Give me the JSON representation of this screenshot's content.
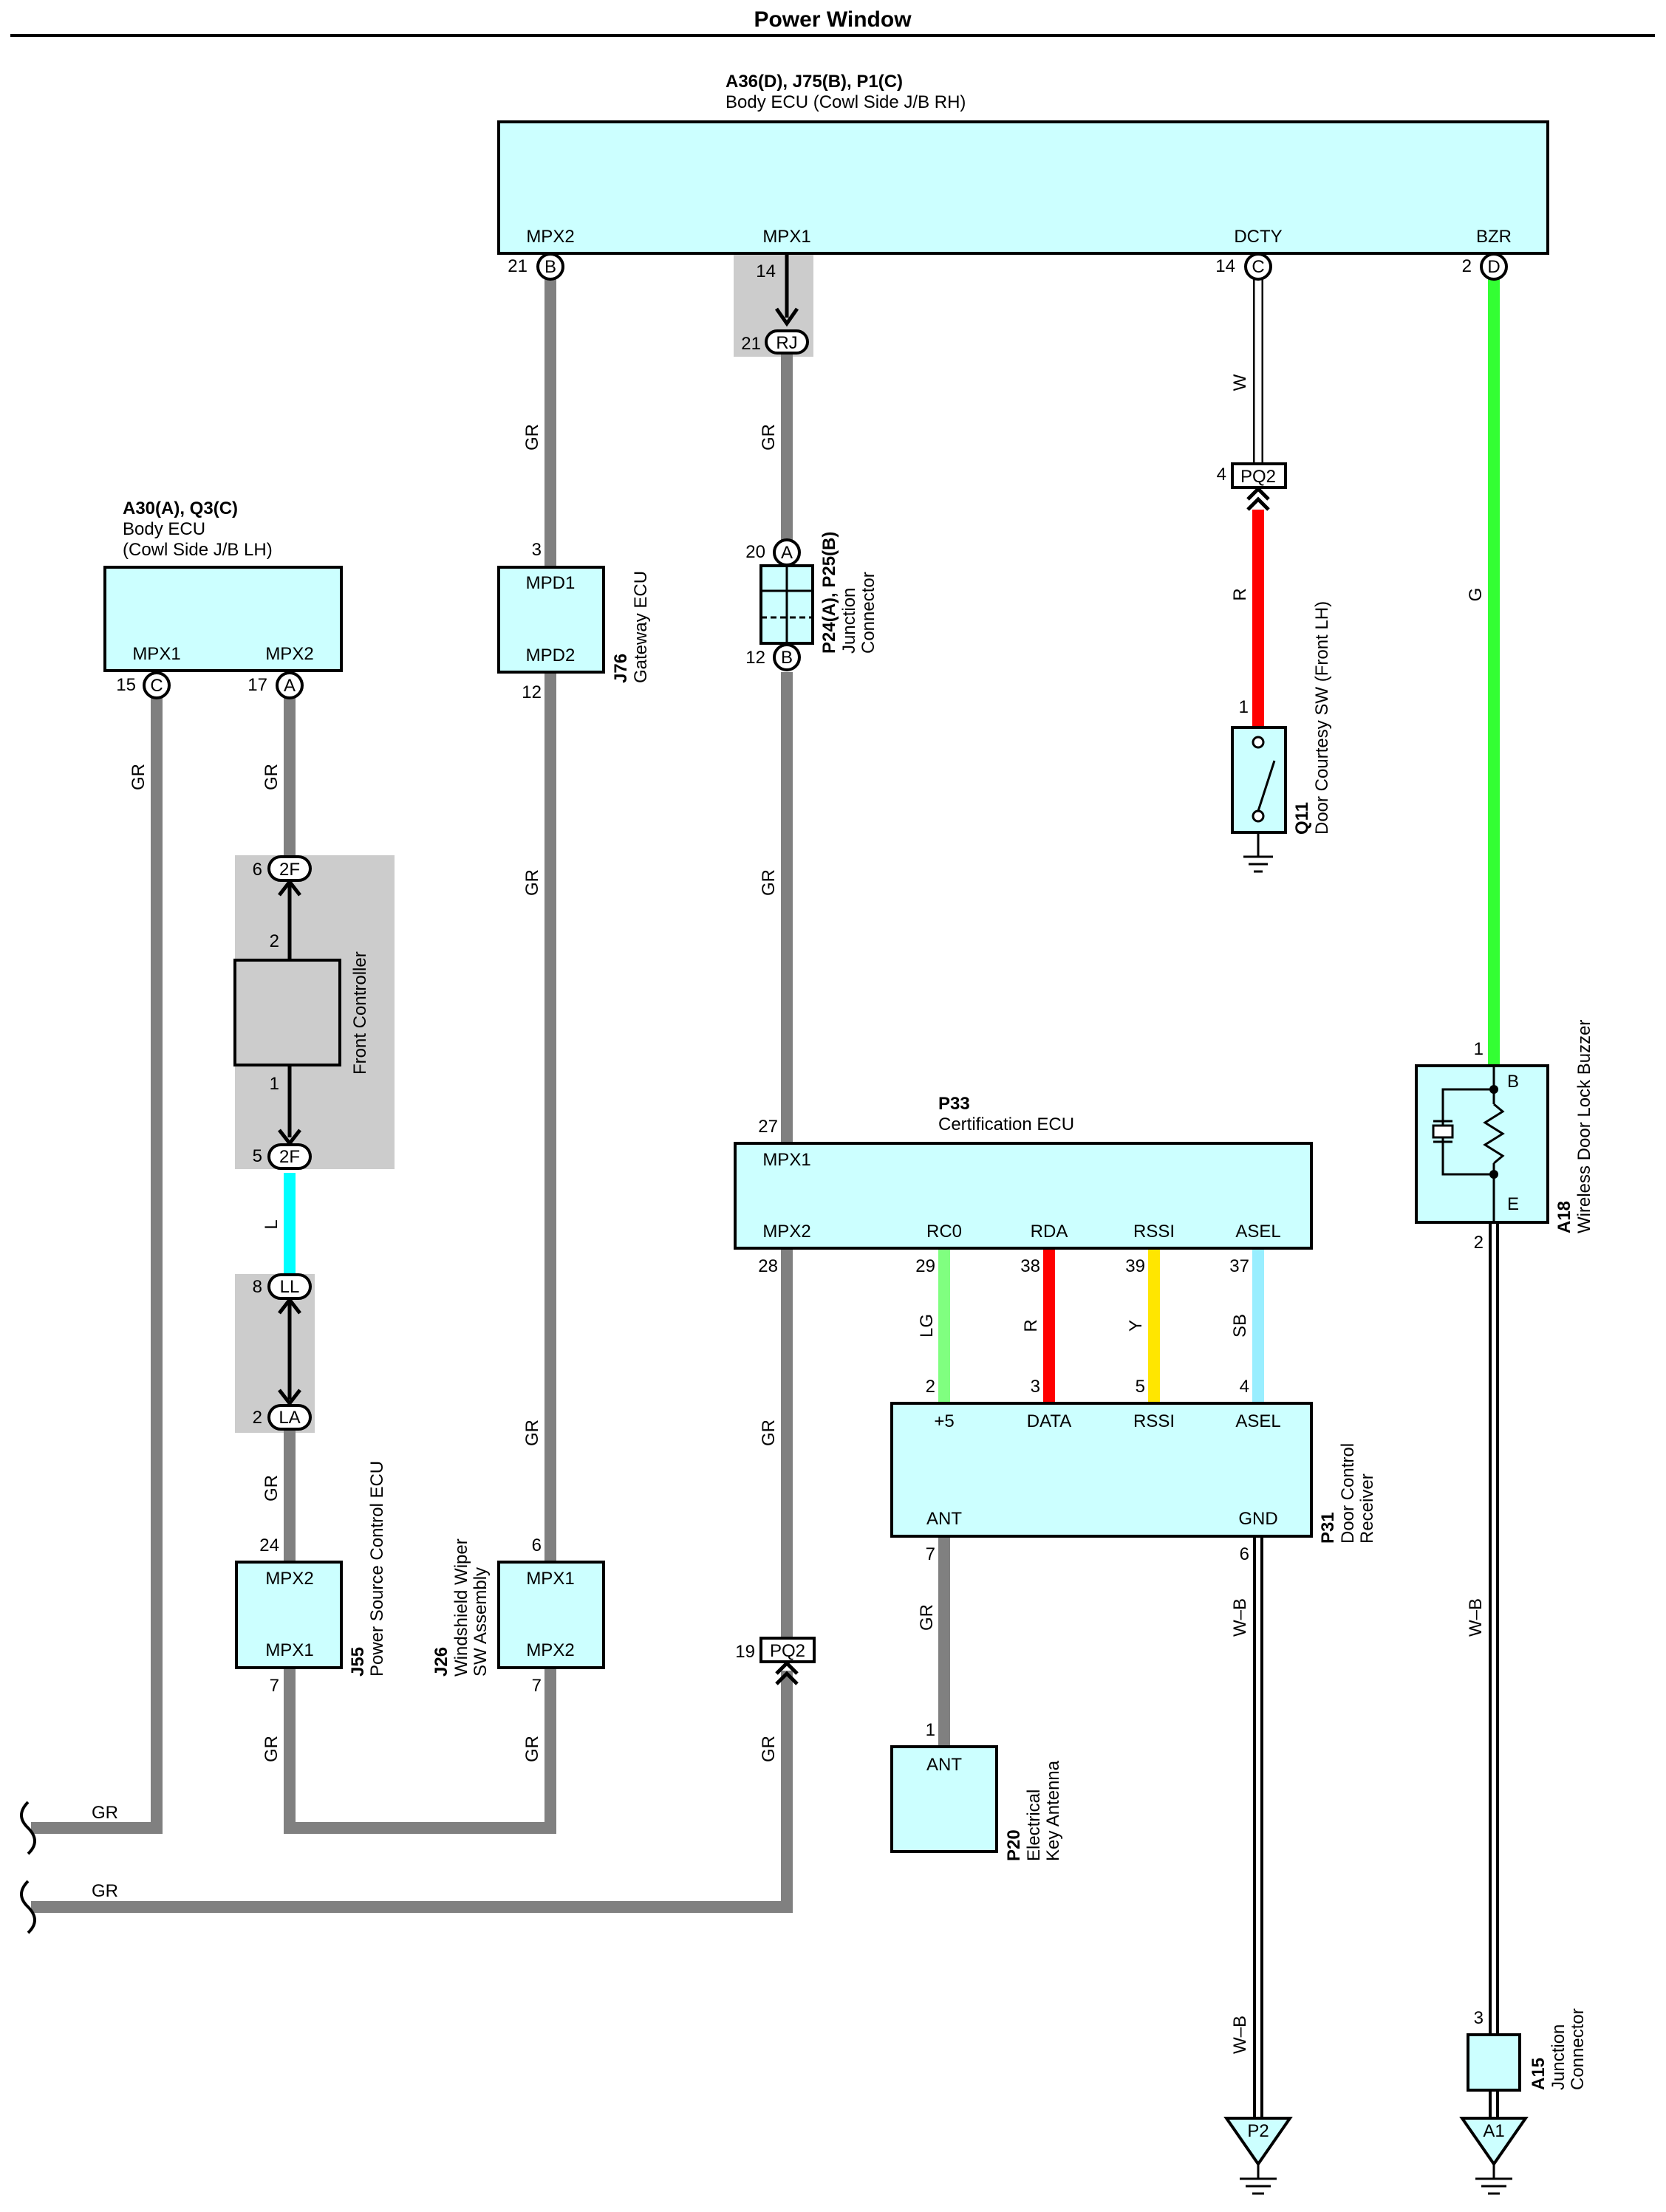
{
  "title": "Power Window",
  "colors": {
    "ecu_fill": "#ccffff",
    "wire_GR": "#808080",
    "wire_G": "#33ff33",
    "wire_R": "#ff0000",
    "wire_L": "#00ffff",
    "wire_LG": "#80ff80",
    "wire_Y": "#ffe600",
    "wire_SB": "#99eeff",
    "wire_W": "#ffffff",
    "wire_WB": "#000000",
    "shade": "#cccccc"
  },
  "body_ecu_rh": {
    "code": "A36(D), J75(B), P1(C)",
    "name": "Body ECU (Cowl Side J/B RH)",
    "pins": [
      {
        "label": "MPX2",
        "num": "21",
        "conn": "B"
      },
      {
        "label": "MPX1",
        "num": "14",
        "conn": ""
      },
      {
        "label": "DCTY",
        "num": "14",
        "conn": "C"
      },
      {
        "label": "BZR",
        "num": "2",
        "conn": "D"
      }
    ]
  },
  "body_ecu_lh": {
    "code": "A30(A), Q3(C)",
    "name1": "Body ECU",
    "name2": "(Cowl Side J/B LH)",
    "pins": [
      {
        "label": "MPX1",
        "num": "15",
        "conn": "C"
      },
      {
        "label": "MPX2",
        "num": "17",
        "conn": "A"
      }
    ]
  },
  "gateway_ecu": {
    "code": "J76",
    "name": "Gateway ECU",
    "pin1": "MPD1",
    "pin2": "MPD2",
    "num1": "3",
    "num2": "12"
  },
  "junction_p24": {
    "code": "P24(A), P25(B)",
    "name1": "Junction",
    "name2": "Connector",
    "pin_a_num": "20",
    "pin_a": "A",
    "pin_b_num": "12",
    "pin_b": "B"
  },
  "rj": {
    "num": "21",
    "label": "RJ"
  },
  "front_controller": {
    "name": "Front Controller",
    "conn_top": "2F",
    "conn_top_num": "6",
    "conn_bot": "2F",
    "conn_bot_num": "5",
    "pin_top": "2",
    "pin_bot": "1"
  },
  "ll_la": {
    "ll": "LL",
    "ll_num": "8",
    "la": "LA",
    "la_num": "2"
  },
  "power_source_ecu": {
    "code": "J55",
    "name": "Power Source Control ECU",
    "pin1": "MPX2",
    "pin2": "MPX1",
    "num1": "24",
    "num2": "7"
  },
  "wiper_sw": {
    "code": "J26",
    "name1": "Windshield Wiper",
    "name2": "SW Assembly",
    "pin1": "MPX1",
    "pin2": "MPX2",
    "num1": "6",
    "num2": "7"
  },
  "door_courtesy": {
    "code": "Q11",
    "name": "Door Courtesy SW (Front LH)",
    "conn": "PQ2",
    "conn_num": "4",
    "pin": "1"
  },
  "buzzer": {
    "code": "A18",
    "name": "Wireless Door Lock Buzzer",
    "pin_b": "B",
    "pin_e": "E",
    "num_b": "1",
    "num_e": "2"
  },
  "cert_ecu": {
    "code": "P33",
    "name": "Certification ECU",
    "mpx1": "MPX1",
    "mpx1_num": "27",
    "mpx2": "MPX2",
    "mpx2_num": "28",
    "pins": [
      {
        "label": "RC0",
        "num": "29"
      },
      {
        "label": "RDA",
        "num": "38"
      },
      {
        "label": "RSSI",
        "num": "39"
      },
      {
        "label": "ASEL",
        "num": "37"
      }
    ]
  },
  "receiver": {
    "code": "P31",
    "name1": "Door Control",
    "name2": "Receiver",
    "pins": [
      {
        "label": "+5",
        "num": "2"
      },
      {
        "label": "DATA",
        "num": "3"
      },
      {
        "label": "RSSI",
        "num": "5"
      },
      {
        "label": "ASEL",
        "num": "4"
      }
    ],
    "ant": "ANT",
    "ant_num": "7",
    "gnd": "GND",
    "gnd_num": "6"
  },
  "antenna": {
    "code": "P20",
    "name1": "Electrical",
    "name2": "Key Antenna",
    "label": "ANT",
    "num": "1"
  },
  "pq2_lower": {
    "num": "19",
    "label": "PQ2"
  },
  "junction_a15": {
    "code": "A15",
    "name1": "Junction",
    "name2": "Connector",
    "num": "3"
  },
  "grounds": {
    "p2": "P2",
    "a1": "A1"
  },
  "wire_labels": {
    "gr": "GR",
    "g": "G",
    "r": "R",
    "w": "W",
    "l": "L",
    "lg": "LG",
    "y": "Y",
    "sb": "SB",
    "wb": "W–B"
  }
}
